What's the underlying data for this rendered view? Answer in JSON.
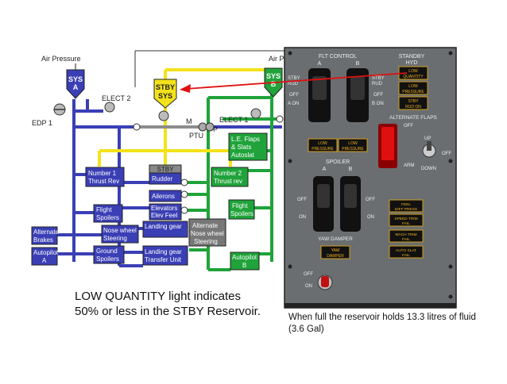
{
  "hydraulic": {
    "air_pressure_left": "Air Pressure",
    "air_pressure_right": "Air Pr",
    "sys_a_1": "SYS",
    "sys_a_2": "A",
    "sys_b_1": "SYS",
    "sys_b_2": "B",
    "stby_sys_1": "STBY",
    "stby_sys_2": "SYS",
    "elect2": "ELECT 2",
    "elect1": "ELECT 1",
    "edp1": "EDP 1",
    "ptu": "PTU",
    "m": "M",
    "p": "P",
    "stby_label": "STBY",
    "rudder": "Rudder",
    "ailerons": "Ailerons",
    "elevators_1": "Elevators",
    "elevators_2": "Elev Feel",
    "landing_gear_1": "Landing gear",
    "landing_gear_2": "",
    "lg_transfer_1": "Landing gear",
    "lg_transfer_2": "Transfer Unit",
    "thrust_rev1_1": "Number 1",
    "thrust_rev1_2": "Thrust Rev",
    "thrust_rev2_1": "Number 2",
    "thrust_rev2_2": "Thrust rev",
    "le_flaps_1": "L.E. Flaps",
    "le_flaps_2": "& Slats",
    "le_flaps_3": "Autoslat",
    "flight_spoilers_a_1": "Flight",
    "flight_spoilers_a_2": "Spoilers",
    "flight_spoilers_b_1": "Flight",
    "flight_spoilers_b_2": "Spoilers",
    "nose_wheel_1": "Nose wheel",
    "nose_wheel_2": "Steering",
    "alt_nose_1": "Alternate",
    "alt_nose_2": "Nose wheel",
    "alt_nose_3": "Steering",
    "alt_brakes_1": "Alternate",
    "alt_brakes_2": "Brakes",
    "ground_spoilers_1": "Ground",
    "ground_spoilers_2": "Spoilers",
    "autopilot_a_1": "Autopilot",
    "autopilot_a_2": "A",
    "autopilot_b_1": "Autopilot",
    "autopilot_b_2": "B"
  },
  "panel": {
    "flt_control": "FLT CONTROL",
    "a": "A",
    "b": "B",
    "standby_hyd_1": "STANDBY",
    "standby_hyd_2": "HYD",
    "stby_rud_1": "STBY",
    "stby_rud_2": "RUD",
    "off": "OFF",
    "a_on": "A ON",
    "b_on": "B ON",
    "low_quantity_1": "LOW",
    "low_quantity_2": "QUANTITY",
    "low_pressure_1": "LOW",
    "low_pressure_2": "PRESSURE",
    "stby_rud_on_1": "STBY",
    "stby_rud_on_2": "RUD ON",
    "alternate_flaps": "ALTERNATE FLAPS",
    "arm": "ARM",
    "up": "UP",
    "down": "DOWN",
    "spoiler": "SPOILER",
    "on": "ON",
    "yaw_damper": "YAW DAMPER",
    "yaw_damper_light_1": "YAW",
    "yaw_damper_light_2": "DAMPER",
    "feel_diff_1": "FEEL",
    "feel_diff_2": "DIFF PRESS",
    "speed_trim_1": "SPEED TRIM",
    "speed_trim_2": "FAIL",
    "mach_trim_1": "MACH TRIM",
    "mach_trim_2": "FAIL",
    "auto_slat_1": "AUTO SLAT",
    "auto_slat_2": "FAIL"
  },
  "captions": {
    "left": "LOW QUANTITY light indicates 50% or less in the STBY Reservoir.",
    "right": "When full the reservoir holds 13.3 litres of fluid (3.6 Gal)"
  },
  "colors": {
    "system_a": "#3a3fb5",
    "system_b": "#1fa33a",
    "standby": "#f3e21a",
    "panel": "#6a6e70",
    "amber": "#f0b020",
    "arrow": "#e01010"
  }
}
